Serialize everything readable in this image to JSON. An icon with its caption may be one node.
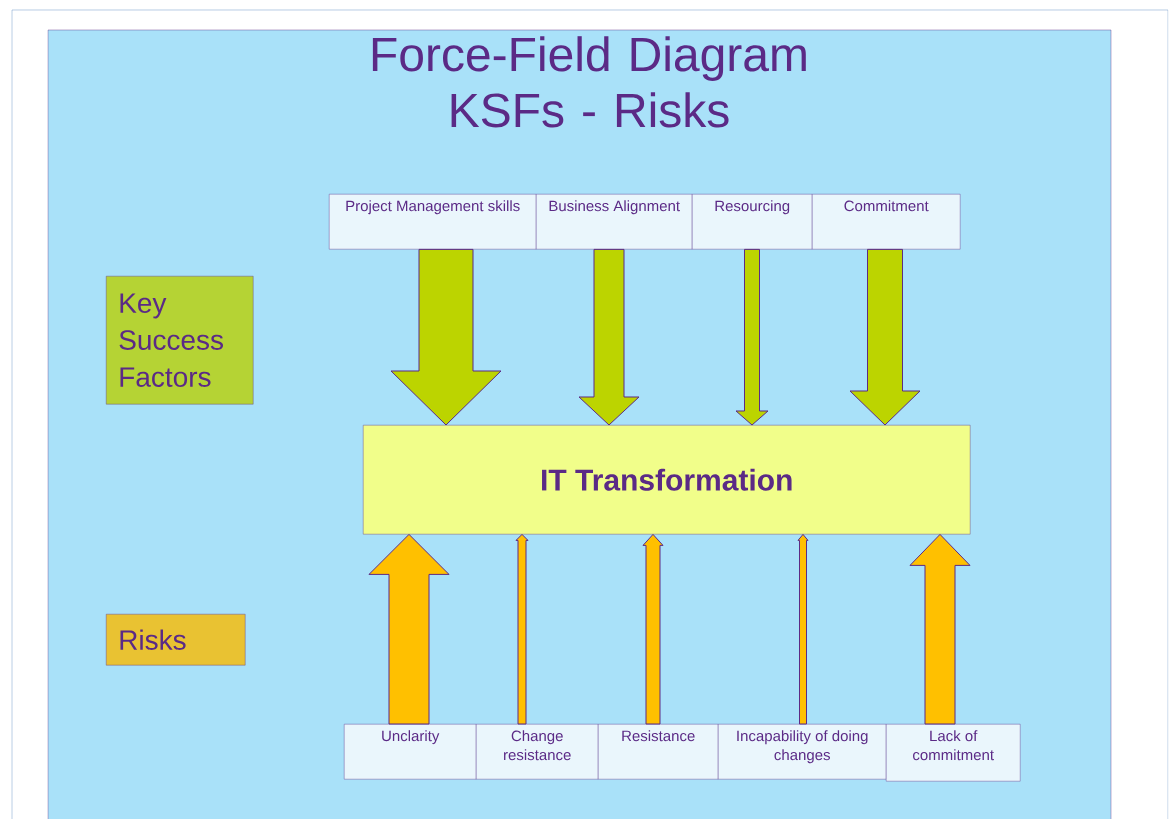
{
  "diagram": {
    "title": "Force-Field Diagram KSFs - Risks",
    "nodes": [
      {
        "text": [
          "Key Success Factors"
        ]
      },
      {
        "text": [
          "Project Management skills"
        ]
      },
      {
        "text": [
          "Business Alignment"
        ]
      },
      {
        "text": [
          "Resourcing"
        ]
      },
      {
        "text": [
          "Commitment"
        ]
      },
      {
        "text": [
          "IT Transformation"
        ]
      },
      {
        "text": [
          "Risks"
        ]
      },
      {
        "text": [
          "Unclarity"
        ]
      },
      {
        "text": [
          "Change resistance"
        ]
      },
      {
        "text": [
          "Resistance"
        ]
      },
      {
        "text": [
          "Incapability of doing changes"
        ]
      },
      {
        "text": [
          "Lack of commitment"
        ]
      }
    ],
    "edges": [
      {
        "from": 1,
        "to": 5,
        "arrow": "to",
        "color": "#bcd400"
      },
      {
        "from": 2,
        "to": 5,
        "arrow": "to",
        "color": "#bcd400"
      },
      {
        "from": 3,
        "to": 5,
        "arrow": "to",
        "color": "#bcd400"
      },
      {
        "from": 4,
        "to": 5,
        "arrow": "to",
        "color": "#bcd400"
      },
      {
        "from": 7,
        "to": 5,
        "arrow": "to",
        "color": "#ffc000"
      },
      {
        "from": 8,
        "to": 5,
        "arrow": "to",
        "color": "#ffc000"
      },
      {
        "from": 9,
        "to": 5,
        "arrow": "to",
        "color": "#ffc000"
      },
      {
        "from": 10,
        "to": 5,
        "arrow": "to",
        "color": "#ffc000"
      },
      {
        "from": 11,
        "to": 5,
        "arrow": "to",
        "color": "#ffc000"
      }
    ]
  }
}
